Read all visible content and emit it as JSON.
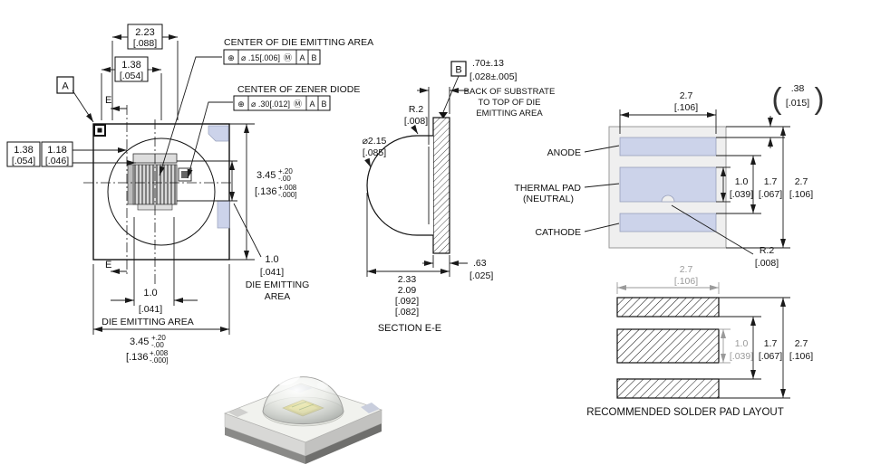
{
  "top_view": {
    "datum_a": "A",
    "section_label": "E",
    "callout_die_center": "CENTER OF DIE EMITTING AREA",
    "fcf_die": {
      "sym": "⊕",
      "tol": "⌀ .15[.006]",
      "mod": "Ⓜ",
      "d1": "A",
      "d2": "B"
    },
    "callout_zener": "CENTER OF ZENER DIODE",
    "fcf_zener": {
      "sym": "⊕",
      "tol": "⌀ .30[.012]",
      "mod": "Ⓜ",
      "d1": "A",
      "d2": "B"
    },
    "dim_width_top": {
      "mm": "2.23",
      "in": "[.088]"
    },
    "dim_offset_top": {
      "mm": "1.38",
      "in": "[.054]"
    },
    "dim_left_1": {
      "mm": "1.38",
      "in": "[.054]"
    },
    "dim_left_2": {
      "mm": "1.18",
      "in": "[.046]"
    },
    "dim_height": {
      "mm": "3.45",
      "plus": "+.20",
      "minus": "-.00",
      "in": "[.136",
      "in_plus": "+.008",
      "in_minus": "-.000]"
    },
    "dim_die_v": {
      "mm": "1.0",
      "in": "[.041]",
      "label_line1": "DIE EMITTING",
      "label_line2": "AREA"
    },
    "dim_die_h": {
      "mm": "1.0",
      "in": "[.041]",
      "label": "DIE EMITTING AREA"
    },
    "dim_width_bottom": {
      "mm": "3.45",
      "plus": "+.20",
      "minus": "-.00",
      "in": "[.136",
      "in_plus": "+.008",
      "in_minus": "-.000]"
    }
  },
  "section_view": {
    "caption": "SECTION E-E",
    "datum_b": "B",
    "dim_die_height": {
      "mm": ".70±.13",
      "in": "[.028±.005]",
      "note1": "BACK OF SUBSTRATE",
      "note2": "TO TOP OF DIE",
      "note3": "EMITTING AREA"
    },
    "dim_radius": {
      "mm": "R.2",
      "in": "[.008]"
    },
    "dim_dome": {
      "mm": "⌀2.15",
      "in": "[.085]"
    },
    "dim_substrate": {
      "mm": ".63",
      "in": "[.025]"
    },
    "dim_total": {
      "mm_max": "2.33",
      "mm_min": "2.09",
      "in_max": "[.092]",
      "in_min": "[.082]"
    }
  },
  "pad_layout": {
    "label_anode": "ANODE",
    "label_thermal_1": "THERMAL PAD",
    "label_thermal_2": "(NEUTRAL)",
    "label_cathode": "CATHODE",
    "dim_width": {
      "mm": "2.7",
      "in": "[.106]"
    },
    "dim_ref": {
      "open": "(",
      "mm": ".38",
      "in": "[.015]",
      "close": ")"
    },
    "dim_thermal": {
      "mm": "1.0",
      "in": "[.039]"
    },
    "dim_span": {
      "mm": "1.7",
      "in": "[.067]"
    },
    "dim_overall": {
      "mm": "2.7",
      "in": "[.106]"
    },
    "dim_notch": {
      "mm": "R.2",
      "in": "[.008]"
    }
  },
  "solder_layout": {
    "caption": "RECOMMENDED SOLDER PAD LAYOUT",
    "dim_width": {
      "mm": "2.7",
      "in": "[.106]"
    },
    "dim_thermal": {
      "mm": "1.0",
      "in": "[.039]"
    },
    "dim_span": {
      "mm": "1.7",
      "in": "[.067]"
    },
    "dim_overall": {
      "mm": "2.7",
      "in": "[.106]"
    }
  }
}
